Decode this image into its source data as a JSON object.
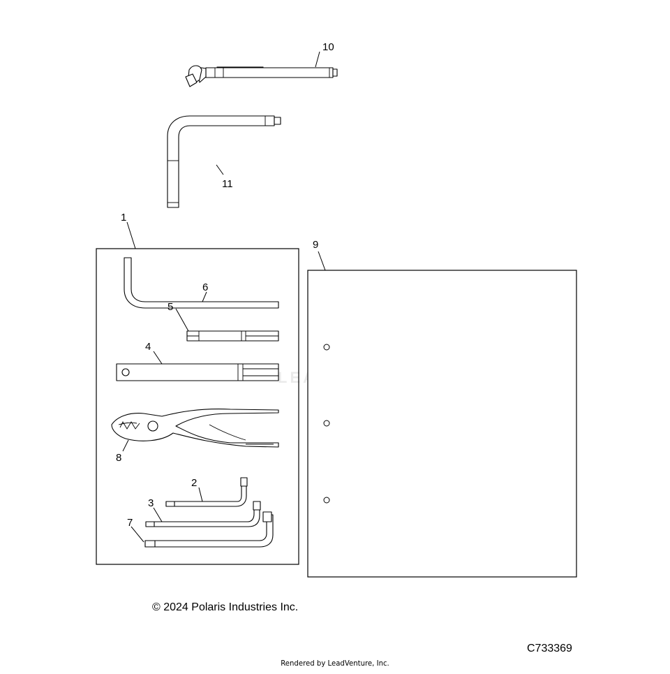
{
  "callouts": {
    "c1": "1",
    "c2": "2",
    "c3": "3",
    "c4": "4",
    "c5": "5",
    "c6": "6",
    "c7": "7",
    "c8": "8",
    "c9": "9",
    "c10": "10",
    "c11": "11"
  },
  "watermark": {
    "text": "LEADVENTURE"
  },
  "footer": {
    "copyright": "© 2024 Polaris Industries Inc.",
    "diagram_id": "C733369",
    "rendered_by": "Rendered by LeadVenture, Inc."
  }
}
